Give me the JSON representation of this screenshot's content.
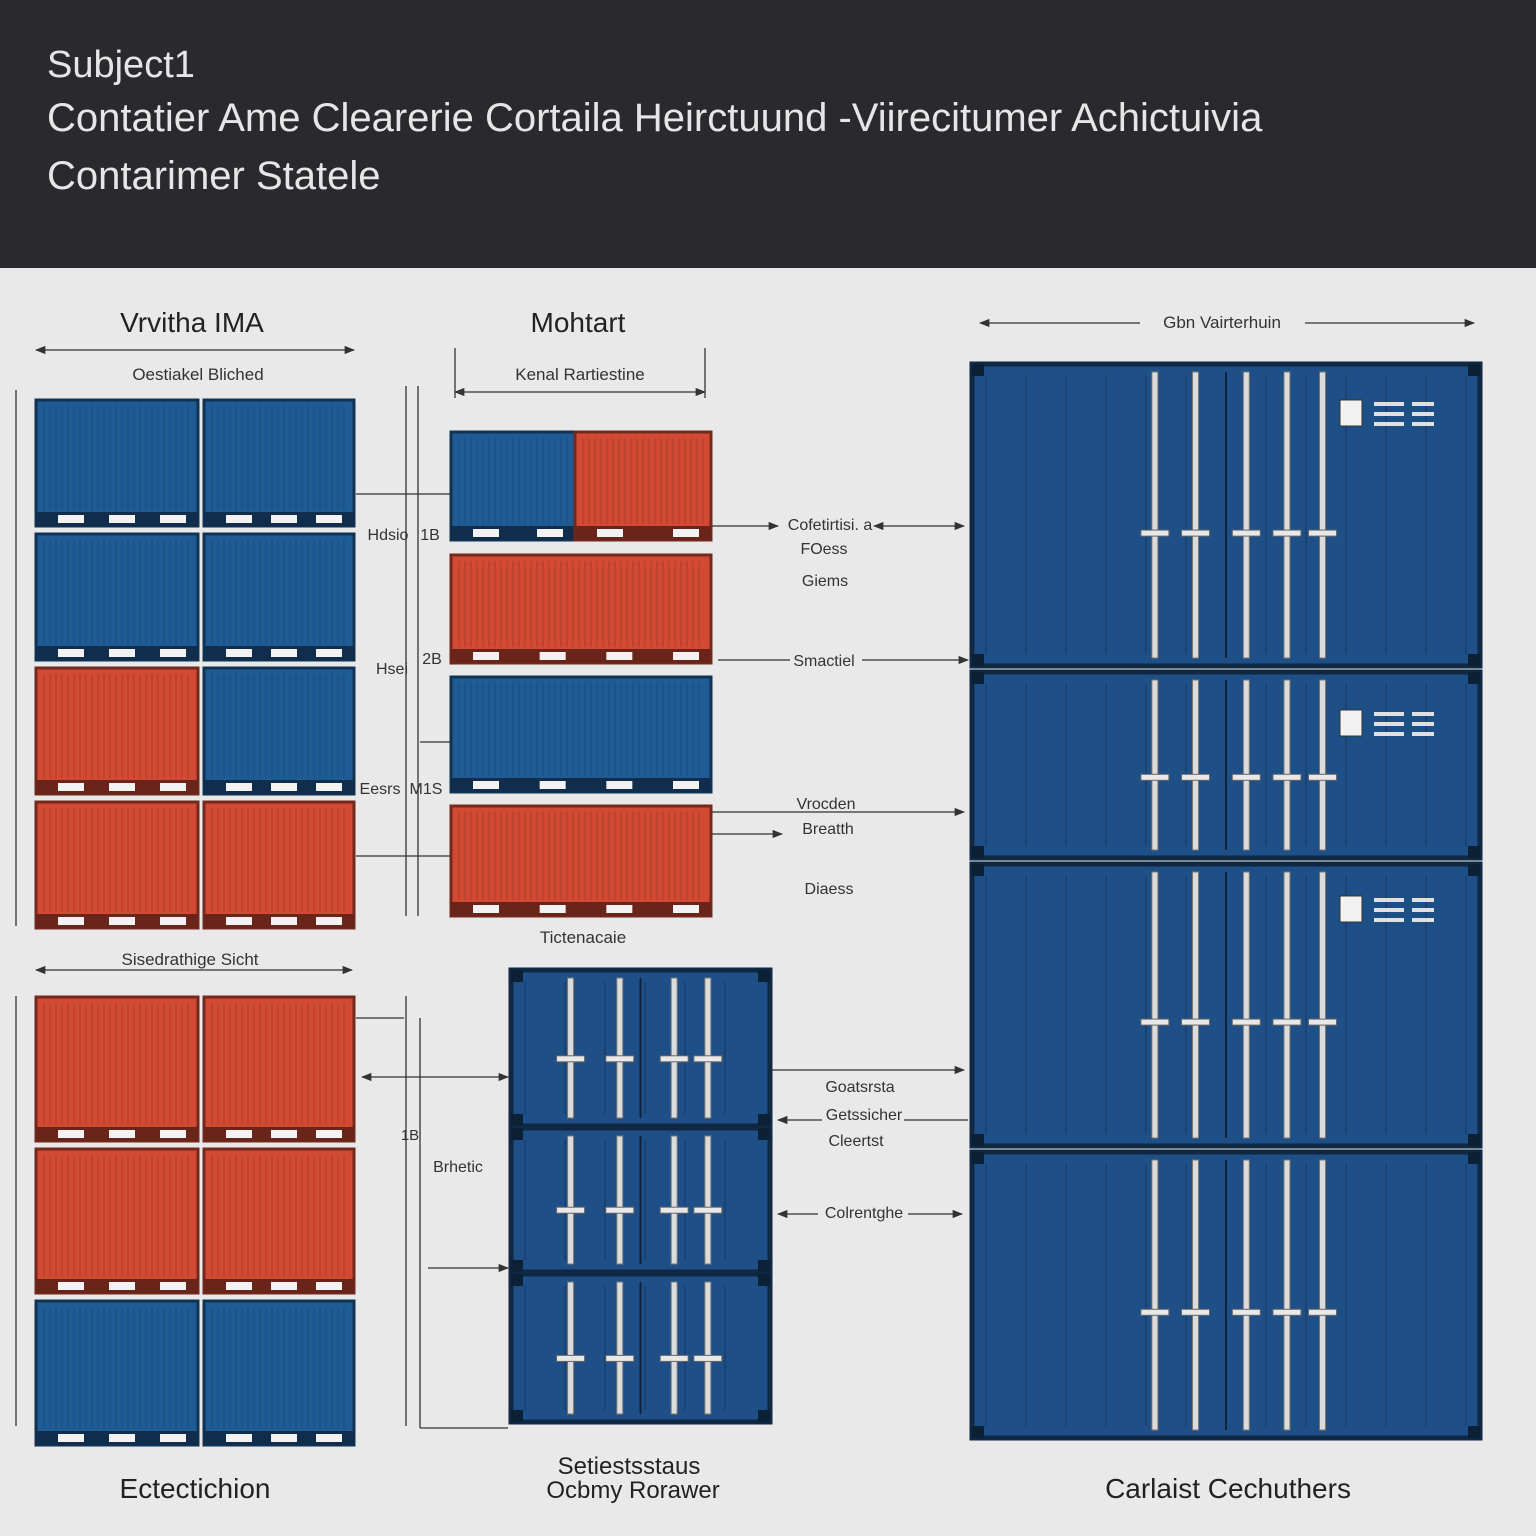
{
  "header": {
    "subject": "Subject1",
    "title": "Contatier Ame Clearerie Cortaila Heirctuund -Viirecitumer Achictuivia",
    "subtitle": "Contarimer Statele"
  },
  "colors": {
    "header_bg": "#2a2a2e",
    "page_bg": "#e9e9ea",
    "container_blue": "#1f5c96",
    "container_red": "#d24a34",
    "container_dark_blue": "#1e4f86"
  },
  "sections": {
    "col1_title": "Vrvitha IMA",
    "col1_dim": "Oestiakel Bliched",
    "col1_lower_dim": "Sisedrathige Sicht",
    "col1_bottom": "Ectectichion",
    "col2_title": "Mohtart",
    "col2_dim": "Kenal Rartiestine",
    "col2_mid": "Tictenacaie",
    "col2_bottom_line1": "Setiestsstaus",
    "col2_bottom_line2": "Ocbmy Rorawer",
    "col3_dim": "Gbn Vairterhuin",
    "col3_bottom": "Carlaist Cechuthers"
  },
  "side_labels": {
    "h1": "Hdsio",
    "h1_num": "1B",
    "h2": "Hsei",
    "h2_num": "2B",
    "h3": "Eesrs",
    "h3_num": "M1S",
    "h4": "1B",
    "h5": "Brhetic"
  },
  "callouts": [
    "Cofetirtisi. a",
    "FOess",
    "Giems",
    "Smactiel",
    "Vrocden",
    "Breatth",
    "Diaess",
    "Goatsrsta",
    "Getssicher",
    "Cleertst",
    "Colrentghe"
  ]
}
